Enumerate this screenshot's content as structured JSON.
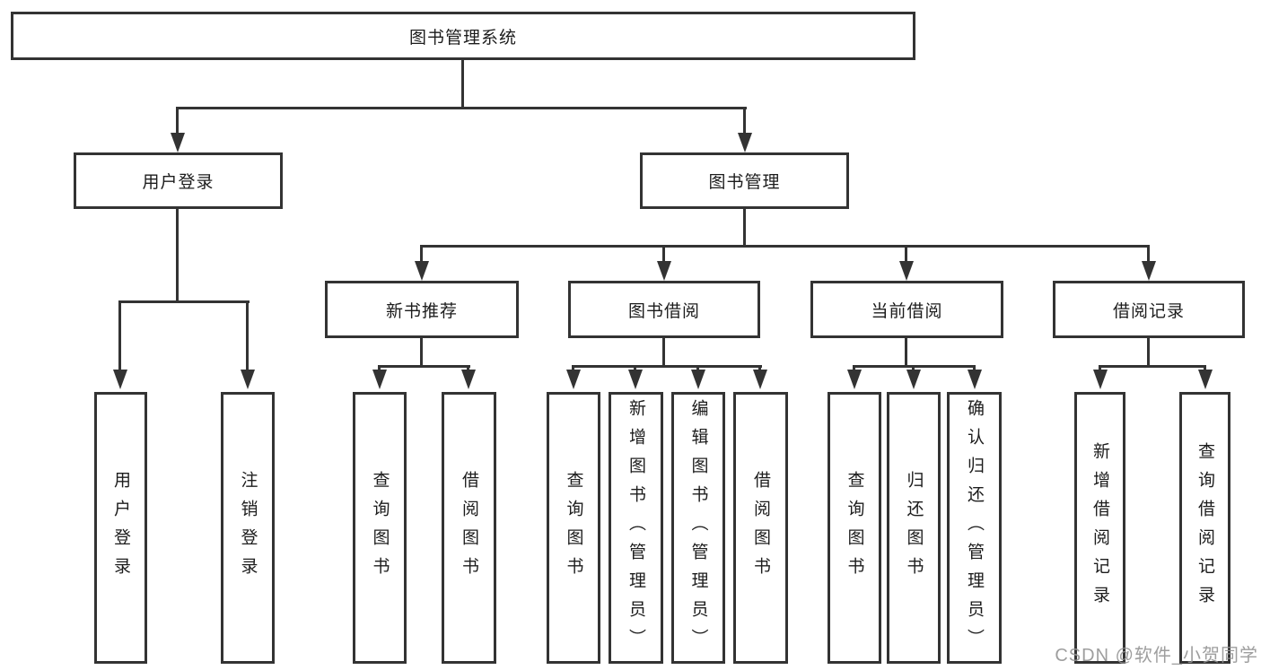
{
  "diagram": {
    "root": {
      "label": "图书管理系统"
    },
    "level2": [
      {
        "label": "用户登录",
        "leaves": [
          {
            "label": "用户登录"
          },
          {
            "label": "注销登录"
          }
        ]
      },
      {
        "label": "图书管理",
        "level3": [
          {
            "label": "新书推荐",
            "leaves": [
              {
                "label": "查询图书"
              },
              {
                "label": "借阅图书"
              }
            ]
          },
          {
            "label": "图书借阅",
            "leaves": [
              {
                "label": "查询图书"
              },
              {
                "label": "新增图书（管理员）"
              },
              {
                "label": "编辑图书（管理员）"
              },
              {
                "label": "借阅图书"
              }
            ]
          },
          {
            "label": "当前借阅",
            "leaves": [
              {
                "label": "查询图书"
              },
              {
                "label": "归还图书"
              },
              {
                "label": "确认归还（管理员）"
              }
            ]
          },
          {
            "label": "借阅记录",
            "leaves": [
              {
                "label": "新增借阅记录"
              },
              {
                "label": "查询借阅记录"
              }
            ]
          }
        ]
      }
    ]
  },
  "watermark": {
    "text": "CSDN @软件_小贺同学"
  },
  "colors": {
    "line": "#333333",
    "text": "#1c1c1c",
    "watermark": "#949494",
    "background": "#ffffff"
  }
}
